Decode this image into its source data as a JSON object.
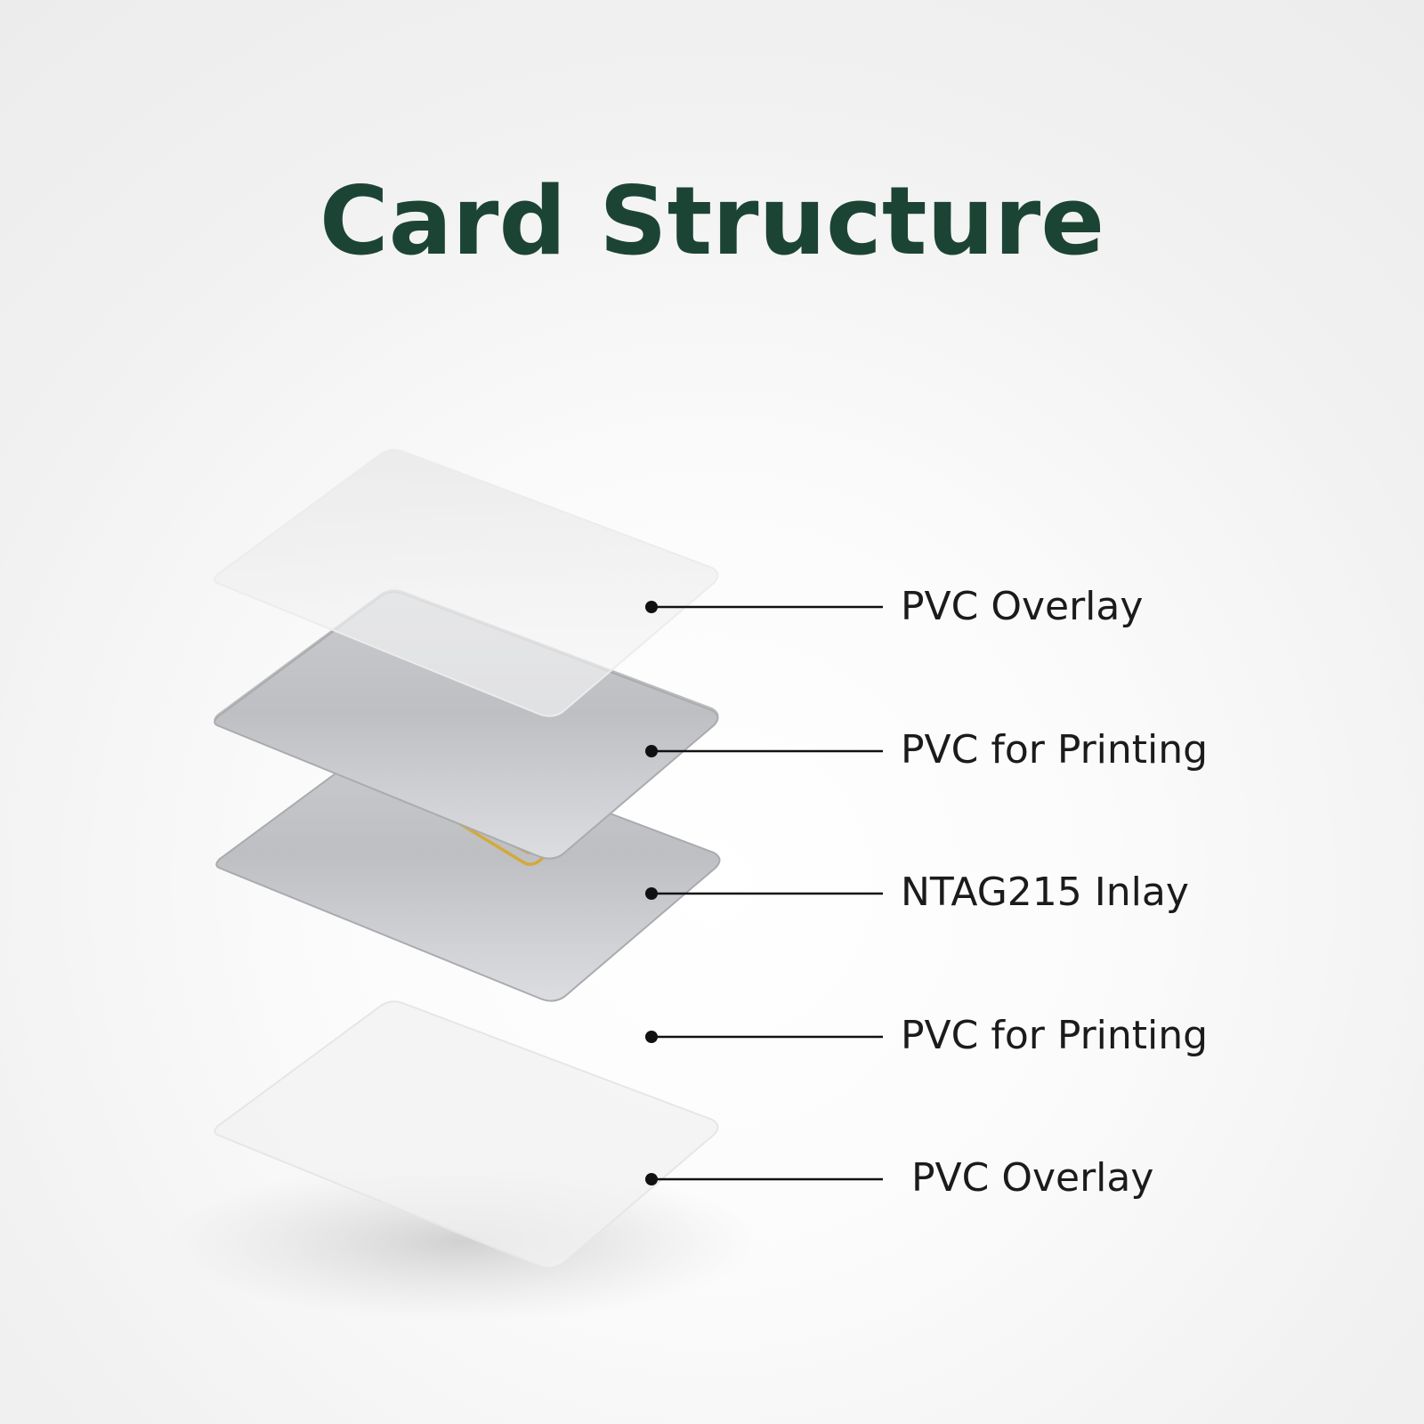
{
  "title": "Card Structure",
  "layers": [
    {
      "label": "PVC Overlay"
    },
    {
      "label": "PVC for Printing"
    },
    {
      "label": "NTAG215 Inlay"
    },
    {
      "label": "PVC for Printing"
    },
    {
      "label": "PVC Overlay"
    }
  ],
  "colors": {
    "title": "#1c4434",
    "antenna": "#d4a93a",
    "chip": "#d9b341",
    "leader": "#111111"
  }
}
